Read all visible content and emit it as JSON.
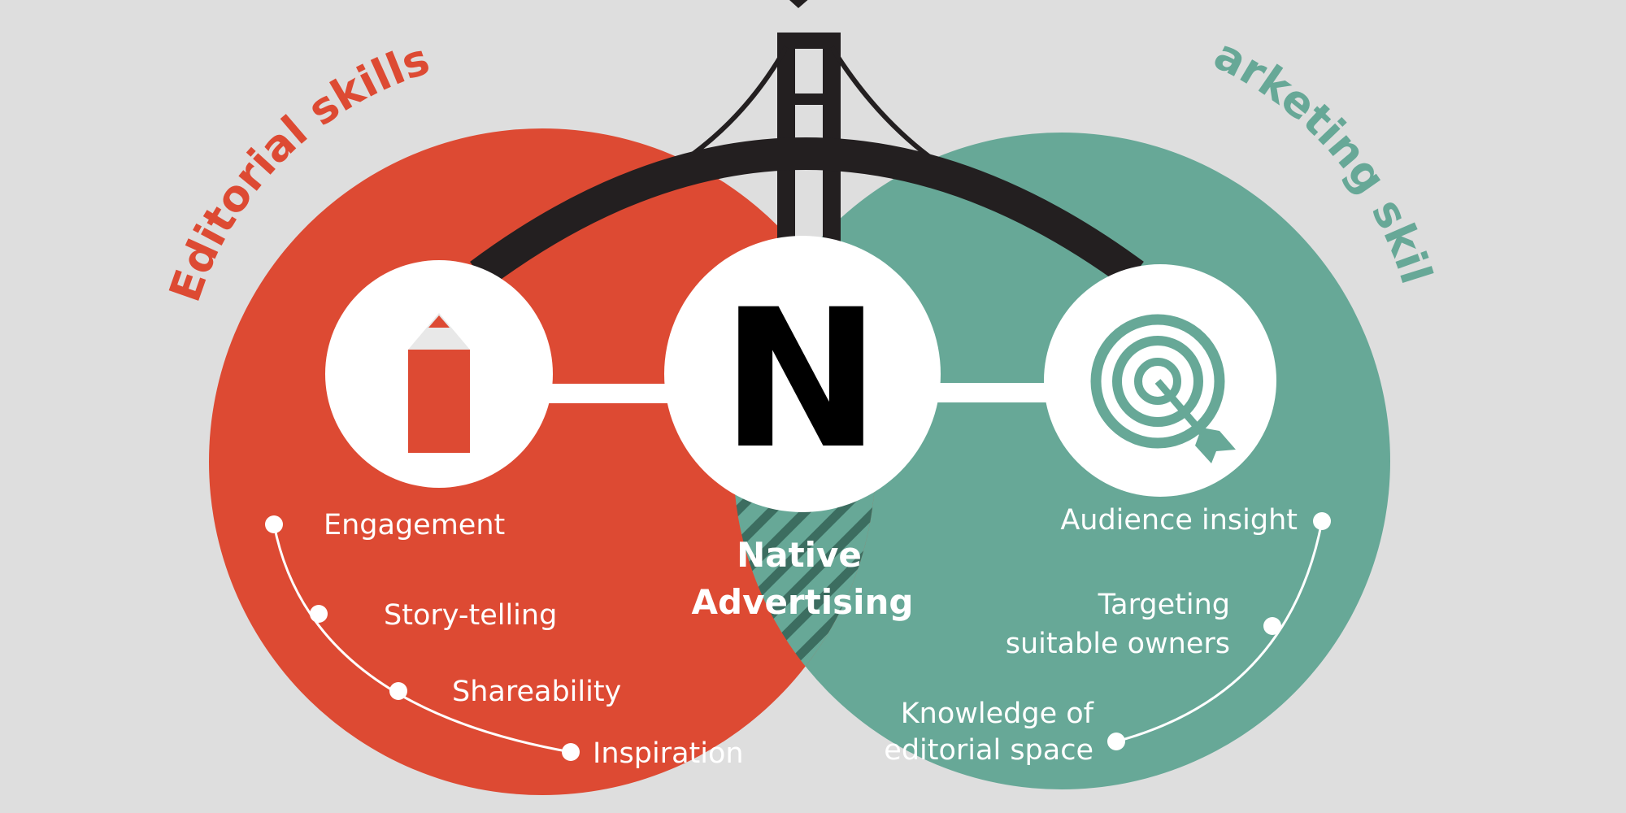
{
  "diagram": {
    "left_circle_title": "Editorial skills",
    "right_circle_title": "Marketing skills",
    "center_letter": "N",
    "center_label_line1": "Native",
    "center_label_line2": "Advertising",
    "left_icon": "pencil-icon",
    "right_icon": "target-icon",
    "editorial_skills": [
      "Engagement",
      "Story-telling",
      "Shareability",
      "Inspiration"
    ],
    "marketing_skills": {
      "audience": "Audience insight",
      "targeting_line1": "Targeting",
      "targeting_line2": "suitable owners",
      "knowledge_line1": "Knowledge of",
      "knowledge_line2": "editorial space"
    }
  },
  "colors": {
    "background": "#dedede",
    "editorial": "#dd4a33",
    "marketing": "#67a897",
    "bridge": "#231f20"
  }
}
